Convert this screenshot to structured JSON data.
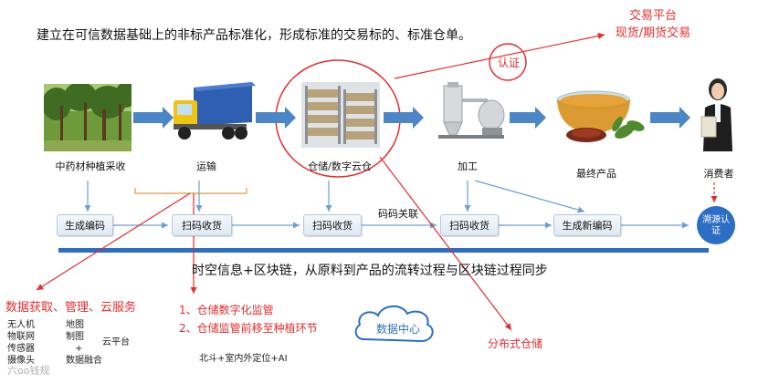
{
  "title": "建立在可信数据基础上的非标产品标准化，形成标准的交易标的、标准仓单。",
  "platform": {
    "line1": "交易平台",
    "line2": "现货/期货交易"
  },
  "certify": "认证",
  "stages": [
    {
      "label": "中药材种植采收",
      "icon": "forest-image"
    },
    {
      "label": "运输",
      "icon": "truck-image"
    },
    {
      "label": "仓储/数字云仓",
      "icon": "warehouse-image"
    },
    {
      "label": "加工",
      "icon": "machine-image"
    },
    {
      "label": "最终产品",
      "icon": "tea-cup-image"
    },
    {
      "label": "消费者",
      "icon": "consumer-image"
    }
  ],
  "process_steps": [
    "生成编码",
    "扫码收货",
    "扫码收货",
    "扫码收货",
    "生成新编码"
  ],
  "code_link_label": "码码关联",
  "trace_label": "溯源认证",
  "timeline_caption": "时空信息+区块链，从原料到产品的流转过程与区块链过程同步",
  "left_block": {
    "title": "数据获取、管理、云服务",
    "col1": [
      "无人机",
      "物联网",
      "传感器",
      "摄像头"
    ],
    "col2": [
      "地图",
      "制图",
      "+",
      "数据融合"
    ],
    "col3": "云平台"
  },
  "mid_block": {
    "item1": "1、仓储数字化监管",
    "item2": "2、仓储监管前移至种植环节",
    "note": "北斗+室内外定位+AI"
  },
  "cloud_label": "数据中心",
  "distributed_label": "分布式仓储",
  "watermark": "六oo钱规",
  "colors": {
    "red": "#e52d2d",
    "blue_arrow": "#4b86c6",
    "bar": "#2c6ec6"
  }
}
